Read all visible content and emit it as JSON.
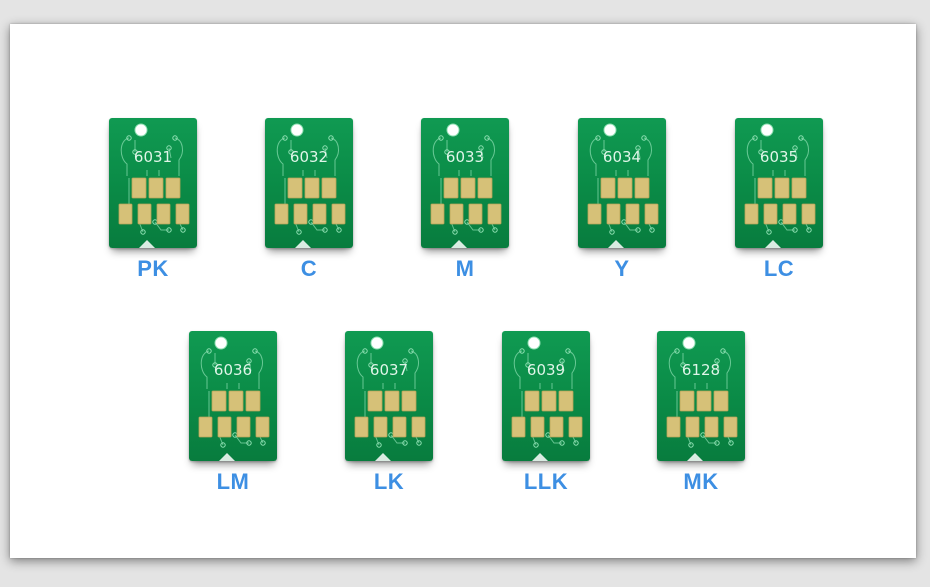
{
  "colors": {
    "background": "#e4e4e4",
    "frame": "#ffffff",
    "chip_board": "#0a8a46",
    "chip_trace": "#8fe0b3",
    "chip_pad": "#d6c178",
    "label": "#3d8fe3"
  },
  "chips": [
    {
      "code": "6031",
      "label": "PK"
    },
    {
      "code": "6032",
      "label": "C"
    },
    {
      "code": "6033",
      "label": "M"
    },
    {
      "code": "6034",
      "label": "Y"
    },
    {
      "code": "6035",
      "label": "LC"
    },
    {
      "code": "6036",
      "label": "LM"
    },
    {
      "code": "6037",
      "label": "LK"
    },
    {
      "code": "6039",
      "label": "LLK"
    },
    {
      "code": "6128",
      "label": "MK"
    }
  ]
}
